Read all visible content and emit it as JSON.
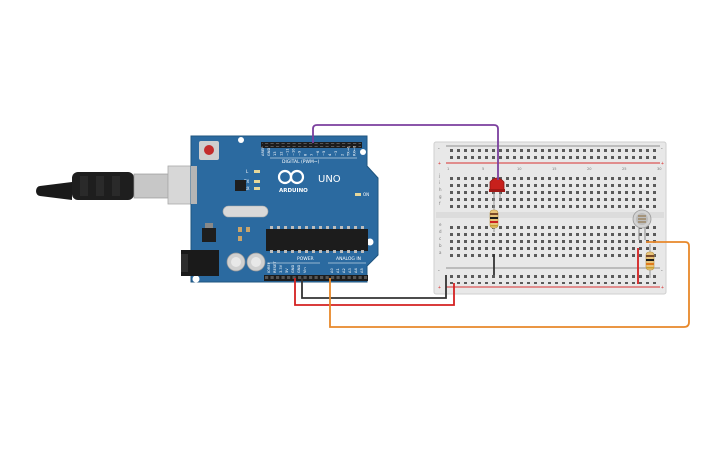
{
  "board": {
    "logo_text": "ARDUINO",
    "model": "UNO",
    "digital_header": "DIGITAL (PWM~)",
    "power_header": "POWER",
    "analog_header": "ANALOG IN",
    "led_labels": [
      "L",
      "TX",
      "RX",
      "ON"
    ],
    "digital_pins": [
      "AREF",
      "GND",
      "13",
      "12",
      "~11",
      "~10",
      "~9",
      "8",
      "7",
      "~6",
      "~5",
      "4",
      "~3",
      "2",
      "TX→1",
      "RX←0"
    ],
    "power_pins": [
      "IOREF",
      "RESET",
      "3.3V",
      "5V",
      "GND",
      "GND",
      "Vin"
    ],
    "analog_pins": [
      "A0",
      "A1",
      "A2",
      "A3",
      "A4",
      "A5"
    ]
  },
  "breadboard": {
    "column_numbers": [
      "1",
      "5",
      "10",
      "15",
      "20",
      "25",
      "30"
    ],
    "row_letters_top": [
      "j",
      "i",
      "h",
      "g",
      "f"
    ],
    "row_letters_bottom": [
      "e",
      "d",
      "c",
      "b",
      "a"
    ]
  },
  "colors": {
    "board": "#2b6aa0",
    "wire_purple": "#7b3f9e",
    "wire_orange": "#e8882a",
    "wire_red": "#d42020",
    "wire_black": "#333333",
    "led": "#c8201c",
    "rail_red": "#d83030"
  }
}
